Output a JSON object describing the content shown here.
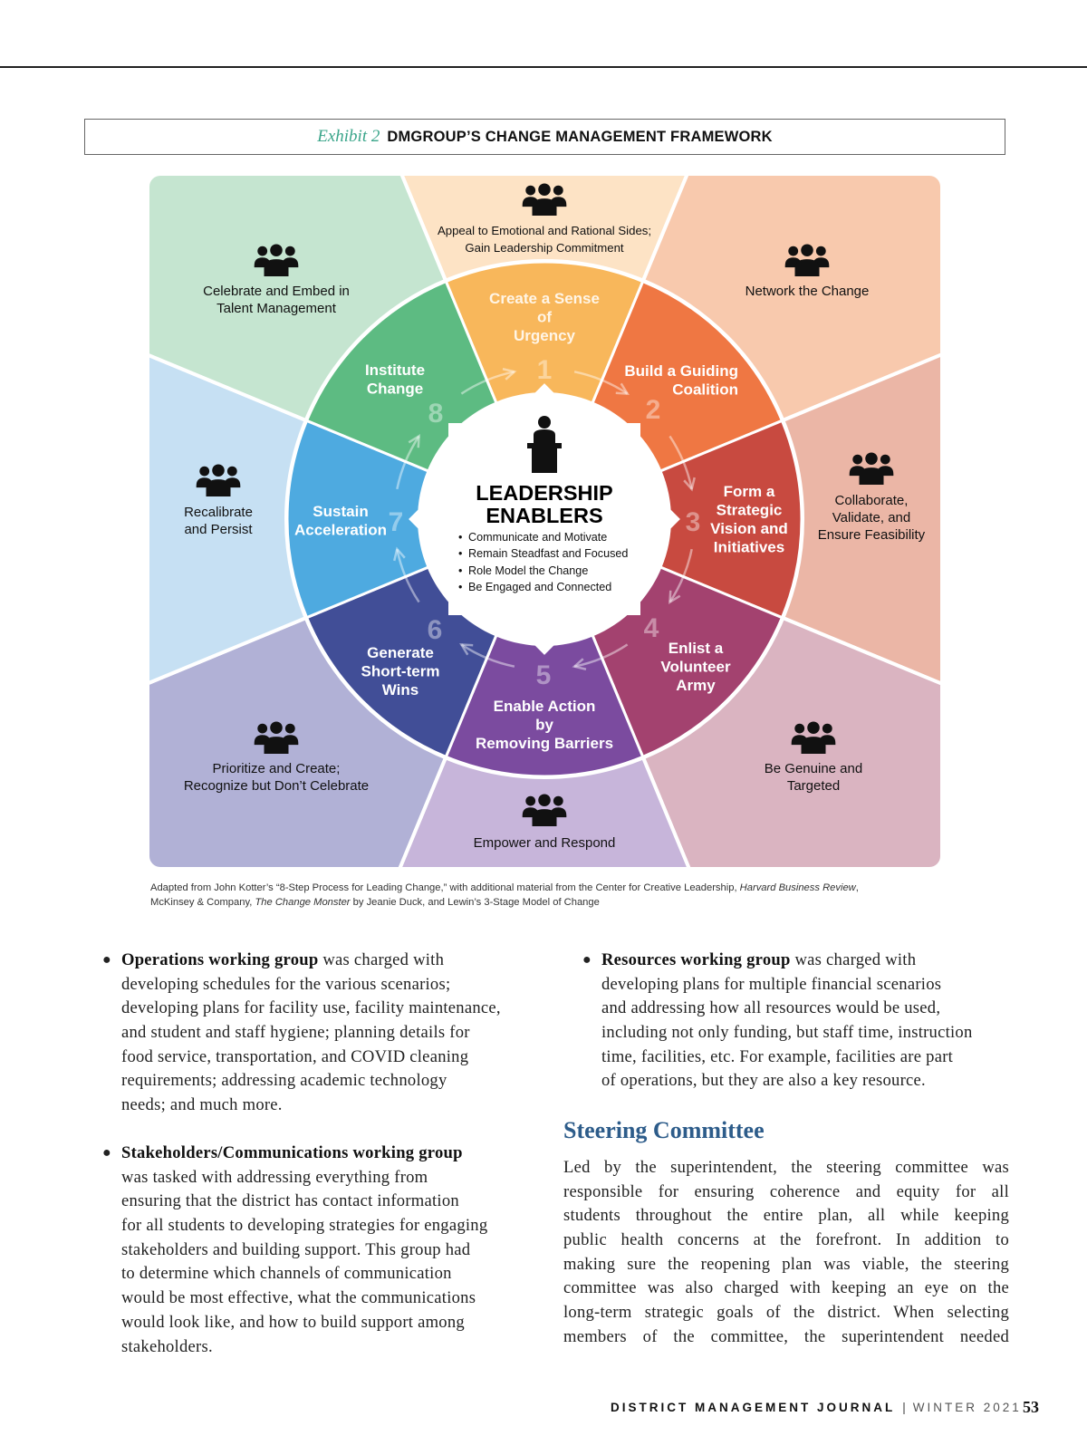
{
  "exhibit": {
    "label": "Exhibit 2",
    "title": "DMGROUP’S CHANGE MANAGEMENT FRAMEWORK"
  },
  "colors": {
    "outer": [
      "#fde3c5",
      "#f8c9ad",
      "#ebb6a6",
      "#dab4c1",
      "#c7b5da",
      "#b1b1d6",
      "#c6e0f3",
      "#c5e5d0"
    ],
    "ring": [
      "#f8b75b",
      "#ef7743",
      "#c84a40",
      "#a3426f",
      "#7b4b9f",
      "#414e97",
      "#4eaae0",
      "#5dbb82"
    ]
  },
  "steps": [
    {
      "number": "1",
      "lines": [
        "Create a Sense",
        "of",
        "Urgency"
      ]
    },
    {
      "number": "2",
      "lines": [
        "Build a Guiding",
        "Coalition"
      ]
    },
    {
      "number": "3",
      "lines": [
        "Form a",
        "Strategic",
        "Vision and",
        "Initiatives"
      ]
    },
    {
      "number": "4",
      "lines": [
        "Enlist a",
        "Volunteer",
        "Army"
      ]
    },
    {
      "number": "5",
      "lines": [
        "Enable Action",
        "by",
        "Removing Barriers"
      ]
    },
    {
      "number": "6",
      "lines": [
        "Generate",
        "Short-term",
        "Wins"
      ]
    },
    {
      "number": "7",
      "lines": [
        "Sustain",
        "Acceleration"
      ]
    },
    {
      "number": "8",
      "lines": [
        "Institute",
        "Change"
      ]
    }
  ],
  "outer_labels": [
    {
      "icon": "people-group-icon",
      "lines": [
        "Appeal to Emotional and Rational Sides;",
        "Gain Leadership Commitment"
      ]
    },
    {
      "icon": "people-group-icon",
      "lines": [
        "Network the Change"
      ]
    },
    {
      "icon": "people-group-icon",
      "lines": [
        "Collaborate,",
        "Validate, and",
        "Ensure Feasibility"
      ]
    },
    {
      "icon": "people-group-icon",
      "lines": [
        "Be Genuine and",
        "Targeted"
      ]
    },
    {
      "icon": "people-group-icon",
      "lines": [
        "Empower and Respond"
      ]
    },
    {
      "icon": "people-group-icon",
      "lines": [
        "Prioritize and Create;",
        "Recognize but Don’t Celebrate"
      ]
    },
    {
      "icon": "people-group-icon",
      "lines": [
        "Recalibrate",
        "and Persist"
      ]
    },
    {
      "icon": "people-group-icon",
      "lines": [
        "Celebrate and Embed in",
        "Talent Management"
      ]
    }
  ],
  "center": {
    "icon": "podium-speaker-icon",
    "title_lines": [
      "LEADERSHIP",
      "ENABLERS"
    ],
    "bullets": [
      "Communicate and Motivate",
      "Remain Steadfast and Focused",
      "Role Model the Change",
      "Be Engaged and Connected"
    ]
  },
  "caption": {
    "line1_a": "Adapted from John Kotter’s “8-Step Process for Leading Change,” with additional material from the Center for Creative Leadership, ",
    "line1_b": "Harvard Business Review",
    "line1_c": ",",
    "line2_a": "McKinsey & Company, ",
    "line2_b": "The Change Monster",
    "line2_c": " by Jeanie Duck, and Lewin’s 3-Stage Model of Change"
  },
  "body": {
    "operations": {
      "bold": "Operations working group",
      "first_rest": " was charged with",
      "lines": [
        "developing schedules for the various scenarios;",
        "developing plans for facility use, facility maintenance,",
        "and student and staff hygiene; planning details for",
        "food service, transportation, and COVID cleaning",
        "requirements; addressing academic technology",
        "needs; and much more."
      ]
    },
    "stakeholders": {
      "bold": "Stakeholders/Communications working group",
      "lines": [
        "was tasked with addressing everything from",
        "ensuring that the district has contact information",
        "for all students to developing strategies for engaging",
        "stakeholders and building support. This group had",
        "to determine which channels of communication",
        "would be most effective, what the communications",
        "would look like, and how to build support among",
        "stakeholders."
      ]
    },
    "resources": {
      "bold": "Resources working group",
      "first_rest": " was charged with",
      "lines": [
        "developing plans for multiple financial scenarios",
        "and addressing how all resources would be used,",
        "including not only funding, but staff time, instruction",
        "time, facilities, etc. For example, facilities are part",
        "of operations, but they are also a key resource."
      ]
    },
    "steering_heading": "Steering Committee",
    "steering_lines": [
      "Led by the superintendent, the steering committee was",
      "responsible for ensuring coherence and equity for all",
      "students throughout the entire plan, all while keeping",
      "public health concerns at the forefront. In addition to",
      "making sure the reopening plan was viable, the steering",
      "committee was also charged with keeping an eye on the",
      "long-term strategic goals of the district. When selecting",
      "members of the committee, the superintendent needed"
    ]
  },
  "footer": {
    "journal": "DISTRICT MANAGEMENT JOURNAL",
    "separator": "|",
    "issue": "WINTER 2021",
    "page": "53"
  }
}
